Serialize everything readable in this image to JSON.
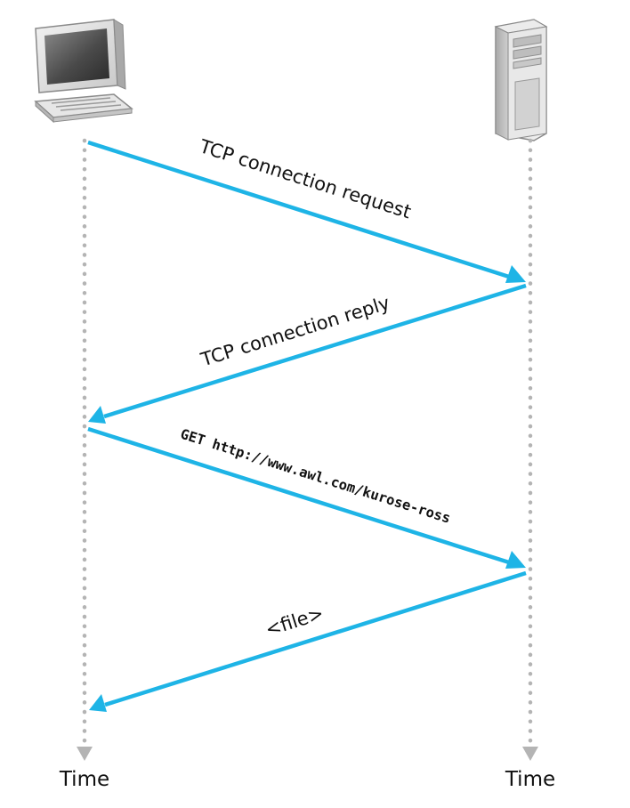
{
  "messages": [
    {
      "label": "TCP connection request",
      "direction": "client-to-server"
    },
    {
      "label": "TCP connection reply",
      "direction": "server-to-client"
    },
    {
      "label": "GET http://www.awl.com/kurose-ross",
      "direction": "client-to-server"
    },
    {
      "label": "<file>",
      "direction": "server-to-client"
    }
  ],
  "timelines": {
    "client_time_label": "Time",
    "server_time_label": "Time"
  },
  "icons": {
    "client": "desktop-computer-icon",
    "server": "server-tower-icon"
  },
  "colors": {
    "arrow": "#1eb4e6",
    "timeline": "#b4b4b4",
    "text": "#111111"
  }
}
